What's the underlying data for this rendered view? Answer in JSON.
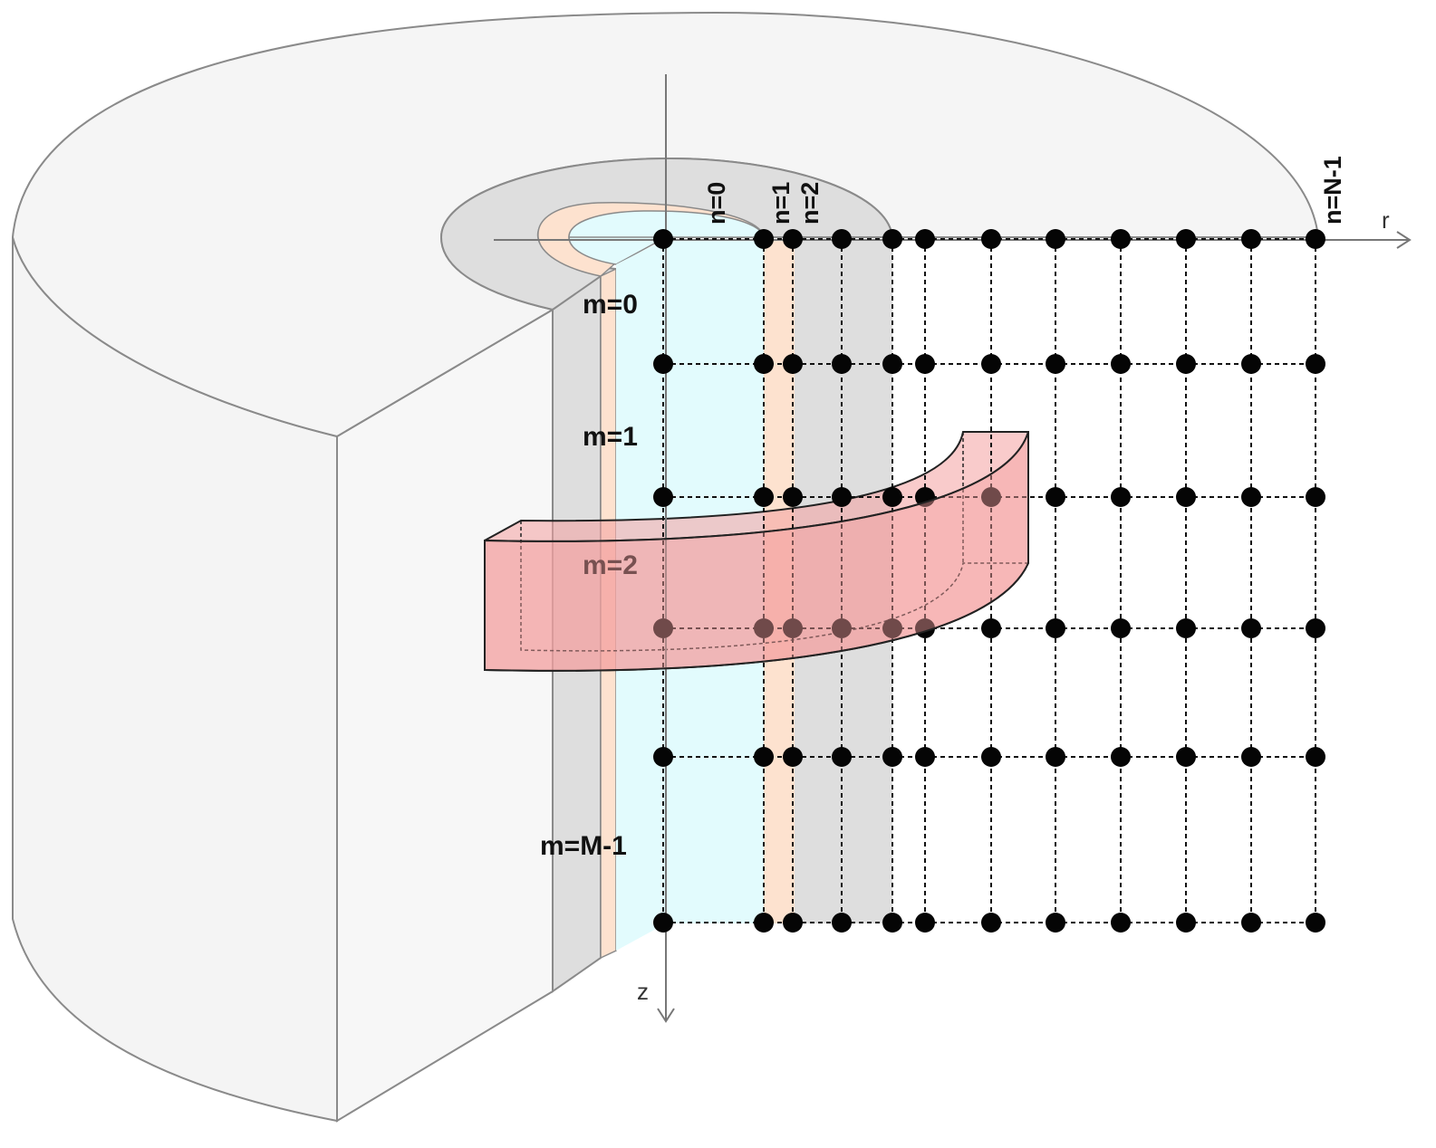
{
  "axes": {
    "r_label": "r",
    "z_label": "z"
  },
  "columns": [
    {
      "label": "n=0",
      "show": true
    },
    {
      "label": "n=1",
      "show": true
    },
    {
      "label": "n=2",
      "show": true
    },
    {
      "label": "",
      "show": false
    },
    {
      "label": "",
      "show": false
    },
    {
      "label": "",
      "show": false
    },
    {
      "label": "",
      "show": false
    },
    {
      "label": "",
      "show": false
    },
    {
      "label": "",
      "show": false
    },
    {
      "label": "",
      "show": false
    },
    {
      "label": "",
      "show": false
    },
    {
      "label": "n=N-1",
      "show": true
    }
  ],
  "rows": [
    {
      "label": "m=0"
    },
    {
      "label": "m=1"
    },
    {
      "label": "m=2"
    },
    {
      "label": "m=M-1"
    }
  ],
  "colors": {
    "outer_cylinder": "#f4f4f4",
    "outer_stroke": "#8a8a8a",
    "inner_gray_layer": "#dedede",
    "peach_layer": "#fde2cf",
    "core_cyan": "#e2fbfd",
    "highlight_band": "#f4a0a0",
    "node": "#050505"
  }
}
